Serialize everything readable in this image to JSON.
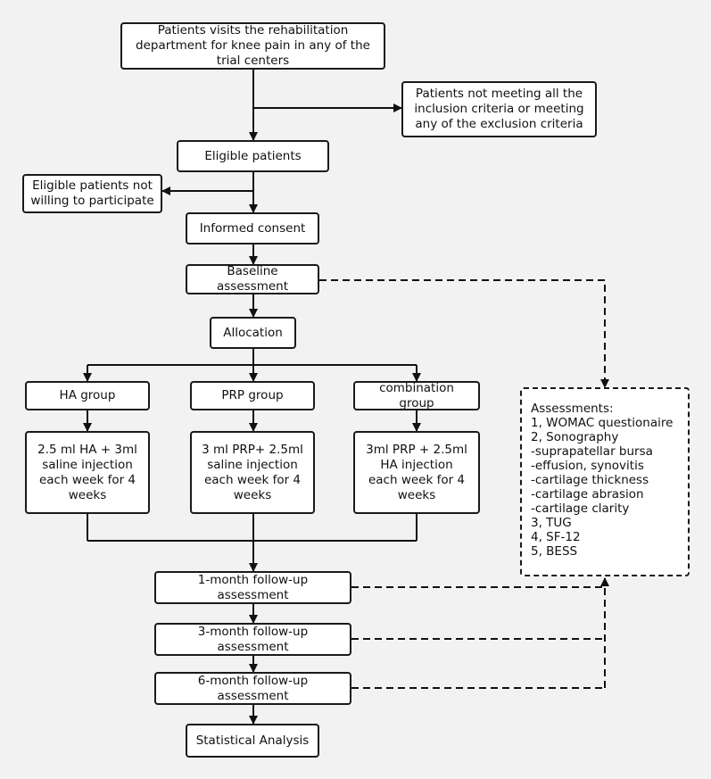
{
  "start": "Patients visits the rehabilitation department for knee pain in any of the trial centers",
  "excluded": "Patients not meeting all the inclusion criteria or meeting any of the exclusion criteria",
  "eligible": "Eligible patients",
  "not_willing": "Eligible patients not willing to participate",
  "consent": "Informed consent",
  "baseline": "Baseline assessment",
  "allocation": "Allocation",
  "groups": [
    {
      "name": "HA  group",
      "treatment": "2.5 ml HA + 3ml saline injection each week for 4 weeks"
    },
    {
      "name": "PRP group",
      "treatment": "3 ml PRP+ 2.5ml saline injection each week for 4 weeks"
    },
    {
      "name": "combination group",
      "treatment": "3ml PRP + 2.5ml HA injection each week for 4  weeks"
    }
  ],
  "followups": [
    "1-month follow-up assessment",
    "3-month follow-up assessment",
    "6-month follow-up assessment"
  ],
  "analysis": "Statistical Analysis",
  "assessments": {
    "title": "Assessments:",
    "items": [
      "1, WOMAC questionaire",
      "2, Sonography",
      "-suprapatellar bursa",
      "-effusion, synovitis",
      "-cartilage thickness",
      "-cartilage abrasion",
      "-cartilage clarity",
      "3, TUG",
      "4, SF-12",
      "5, BESS"
    ]
  }
}
